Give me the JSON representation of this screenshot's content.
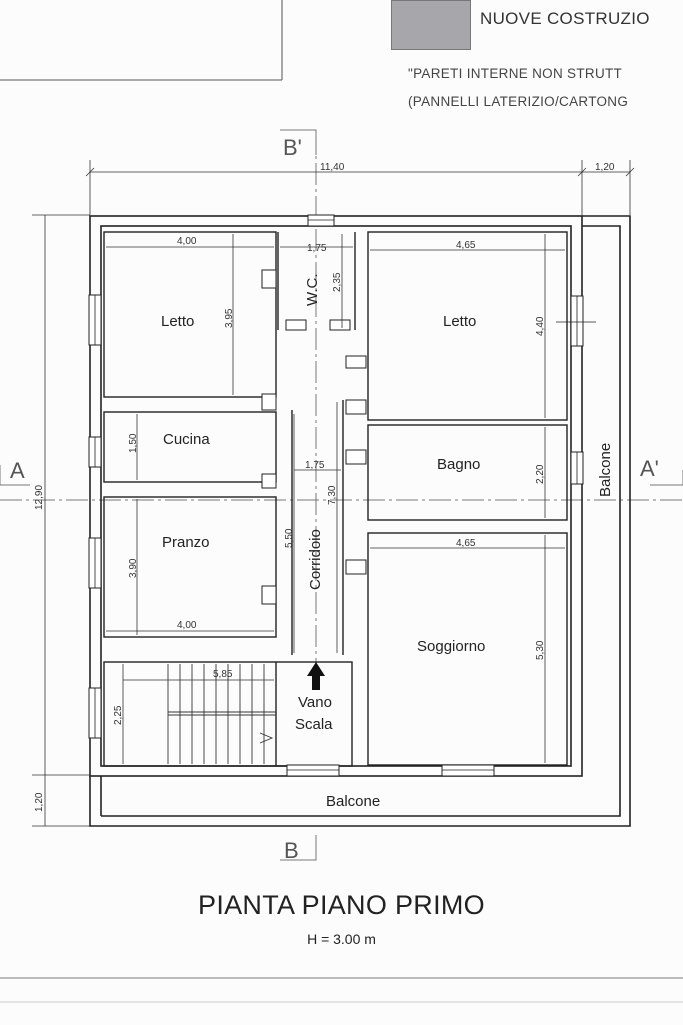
{
  "legend": {
    "new_construction": "NUOVE COSTRUZIO",
    "note_line1": "\"PARETI INTERNE NON STRUTT",
    "note_line2": "(PANNELLI LATERIZIO/CARTONG",
    "swatch_color": "#a7a7ab"
  },
  "sections": {
    "a_left": "A",
    "a_right": "A'",
    "b_top": "B'",
    "b_bottom": "B"
  },
  "dimensions": {
    "overall_width": "11,40",
    "balcony_width": "1,20",
    "overall_height": "12,90",
    "balcony_height": "1,20",
    "letto1_w": "4,00",
    "letto1_h": "3,95",
    "wc_w": "1,75",
    "wc_h": "2,35",
    "letto2_w": "4,65",
    "letto2_h": "4,40",
    "cucina_h": "1,50",
    "corridoio_w": "1,75",
    "corridoio_h1": "7,30",
    "corridoio_h2": "5,50",
    "bagno_h": "2,20",
    "pranzo_h": "3,90",
    "pranzo_w": "4,00",
    "soggiorno_w": "4,65",
    "soggiorno_h": "5,30",
    "scala_w": "5,85",
    "scala_h": "2,25"
  },
  "rooms": {
    "letto1": "Letto",
    "wc": "W.C.",
    "letto2": "Letto",
    "cucina": "Cucina",
    "bagno": "Bagno",
    "balcone_right": "Balcone",
    "pranzo": "Pranzo",
    "corridoio": "Corridoio",
    "soggiorno": "Soggiorno",
    "vano_line1": "Vano",
    "vano_line2": "Scala",
    "balcone_bottom": "Balcone"
  },
  "title": "PIANTA PIANO PRIMO",
  "subtitle": "H = 3.00 m"
}
